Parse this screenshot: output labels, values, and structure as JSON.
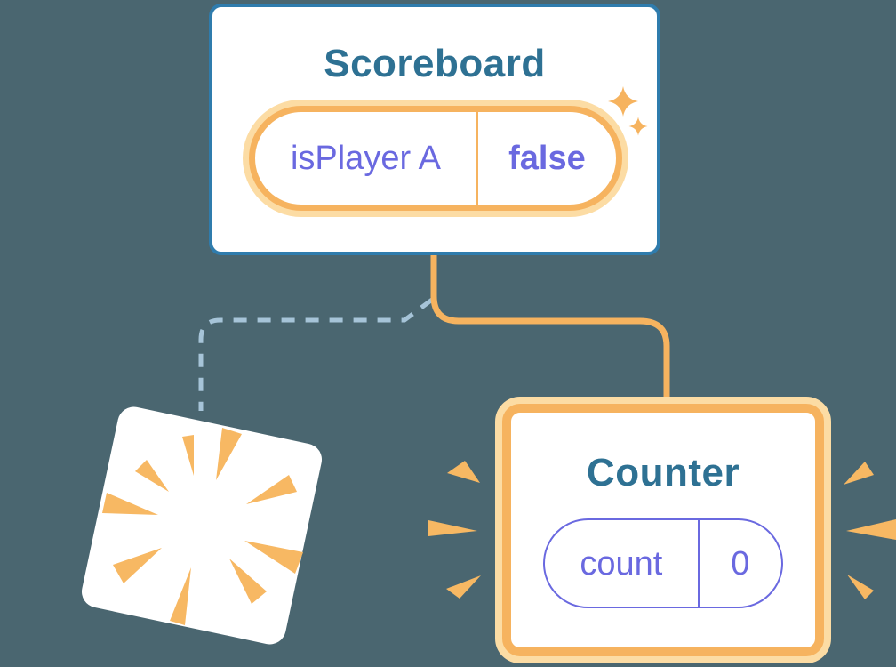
{
  "scoreboard": {
    "title": "Scoreboard",
    "state": {
      "label": "isPlayer A",
      "value": "false"
    }
  },
  "counter": {
    "title": "Counter",
    "state": {
      "label": "count",
      "value": "0"
    }
  },
  "colors": {
    "background": "#4A6670",
    "card_fill": "#FFFFFF",
    "scoreboard_border_blue": "#2F7CAD",
    "title_blue": "#2E7193",
    "state_purple": "#6A69E0",
    "highlight_orange": "#F6B35F",
    "highlight_orange_pale": "#FCDCA4",
    "dashed_connector_blue": "#A6C4D8",
    "burst_orange": "#F7B863"
  },
  "icons": {
    "sparkles": "new-state-sparkles-icon",
    "poof": "destroyed-component-burst-icon",
    "emphasis": "new-component-emphasis-marks-icon"
  }
}
